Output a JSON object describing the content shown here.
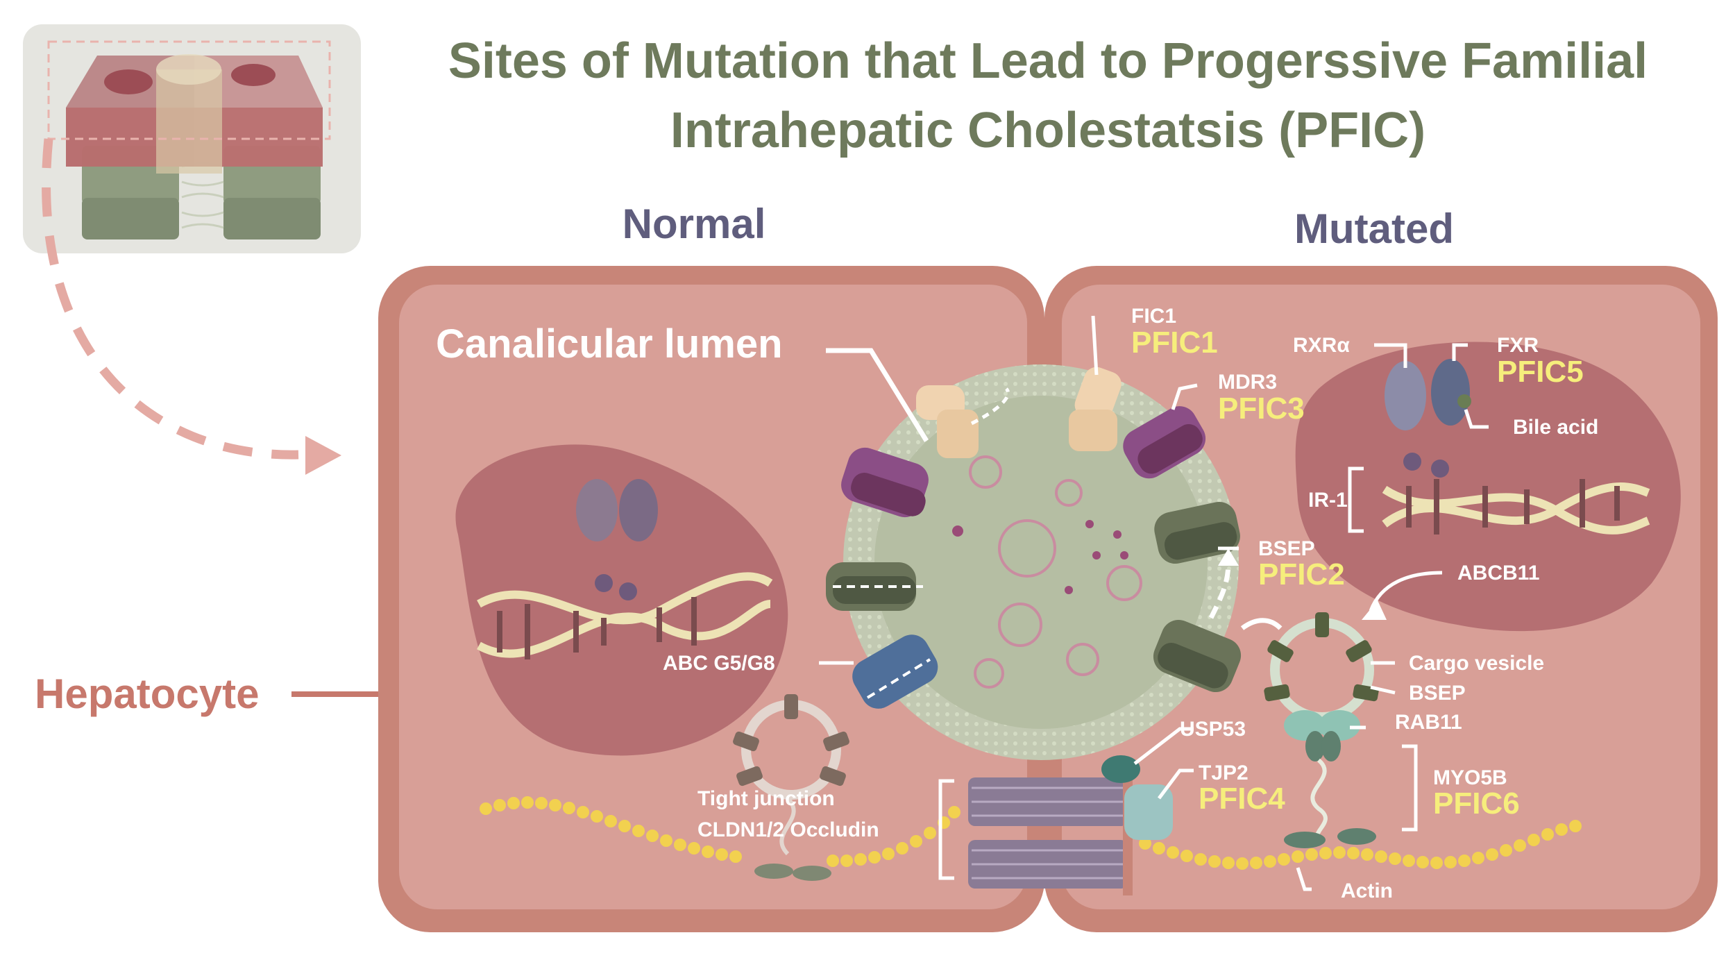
{
  "title": {
    "line1": "Sites of Mutation that Lead to Progerssive Familial",
    "line2": "Intrahepatic Cholestatsis (PFIC)"
  },
  "headings": {
    "normal": "Normal",
    "mutated": "Mutated"
  },
  "hepatocyte_label": "Hepatocyte",
  "canalicular_label": "Canalicular lumen",
  "labels": {
    "fic1": "FIC1",
    "pfic1": "PFIC1",
    "mdr3": "MDR3",
    "pfic3": "PFIC3",
    "rxra": "RXRα",
    "fxr": "FXR",
    "pfic5": "PFIC5",
    "bile_acid": "Bile acid",
    "ir1": "IR-1",
    "bsep": "BSEP",
    "pfic2": "PFIC2",
    "abcb11": "ABCB11",
    "abc_g5g8": "ABC G5/G8",
    "cargo_vesicle": "Cargo vesicle",
    "bsep2": "BSEP",
    "rab11": "RAB11",
    "usp53": "USP53",
    "tjp2": "TJP2",
    "pfic4": "PFIC4",
    "myo5b": "MYO5B",
    "pfic6": "PFIC6",
    "tight_junction": "Tight junction",
    "cldn": "CLDN1/2 Occludin",
    "actin": "Actin"
  },
  "colors": {
    "title": "#6e7a5c",
    "heading": "#5f5d7d",
    "cell_fill": "#d89f97",
    "cell_border": "#b46a5e",
    "nucleus": "#b56f72",
    "lumen": "#b5bea3",
    "pfic_label": "#f6ee7c",
    "hepatocyte": "#c7786c"
  }
}
